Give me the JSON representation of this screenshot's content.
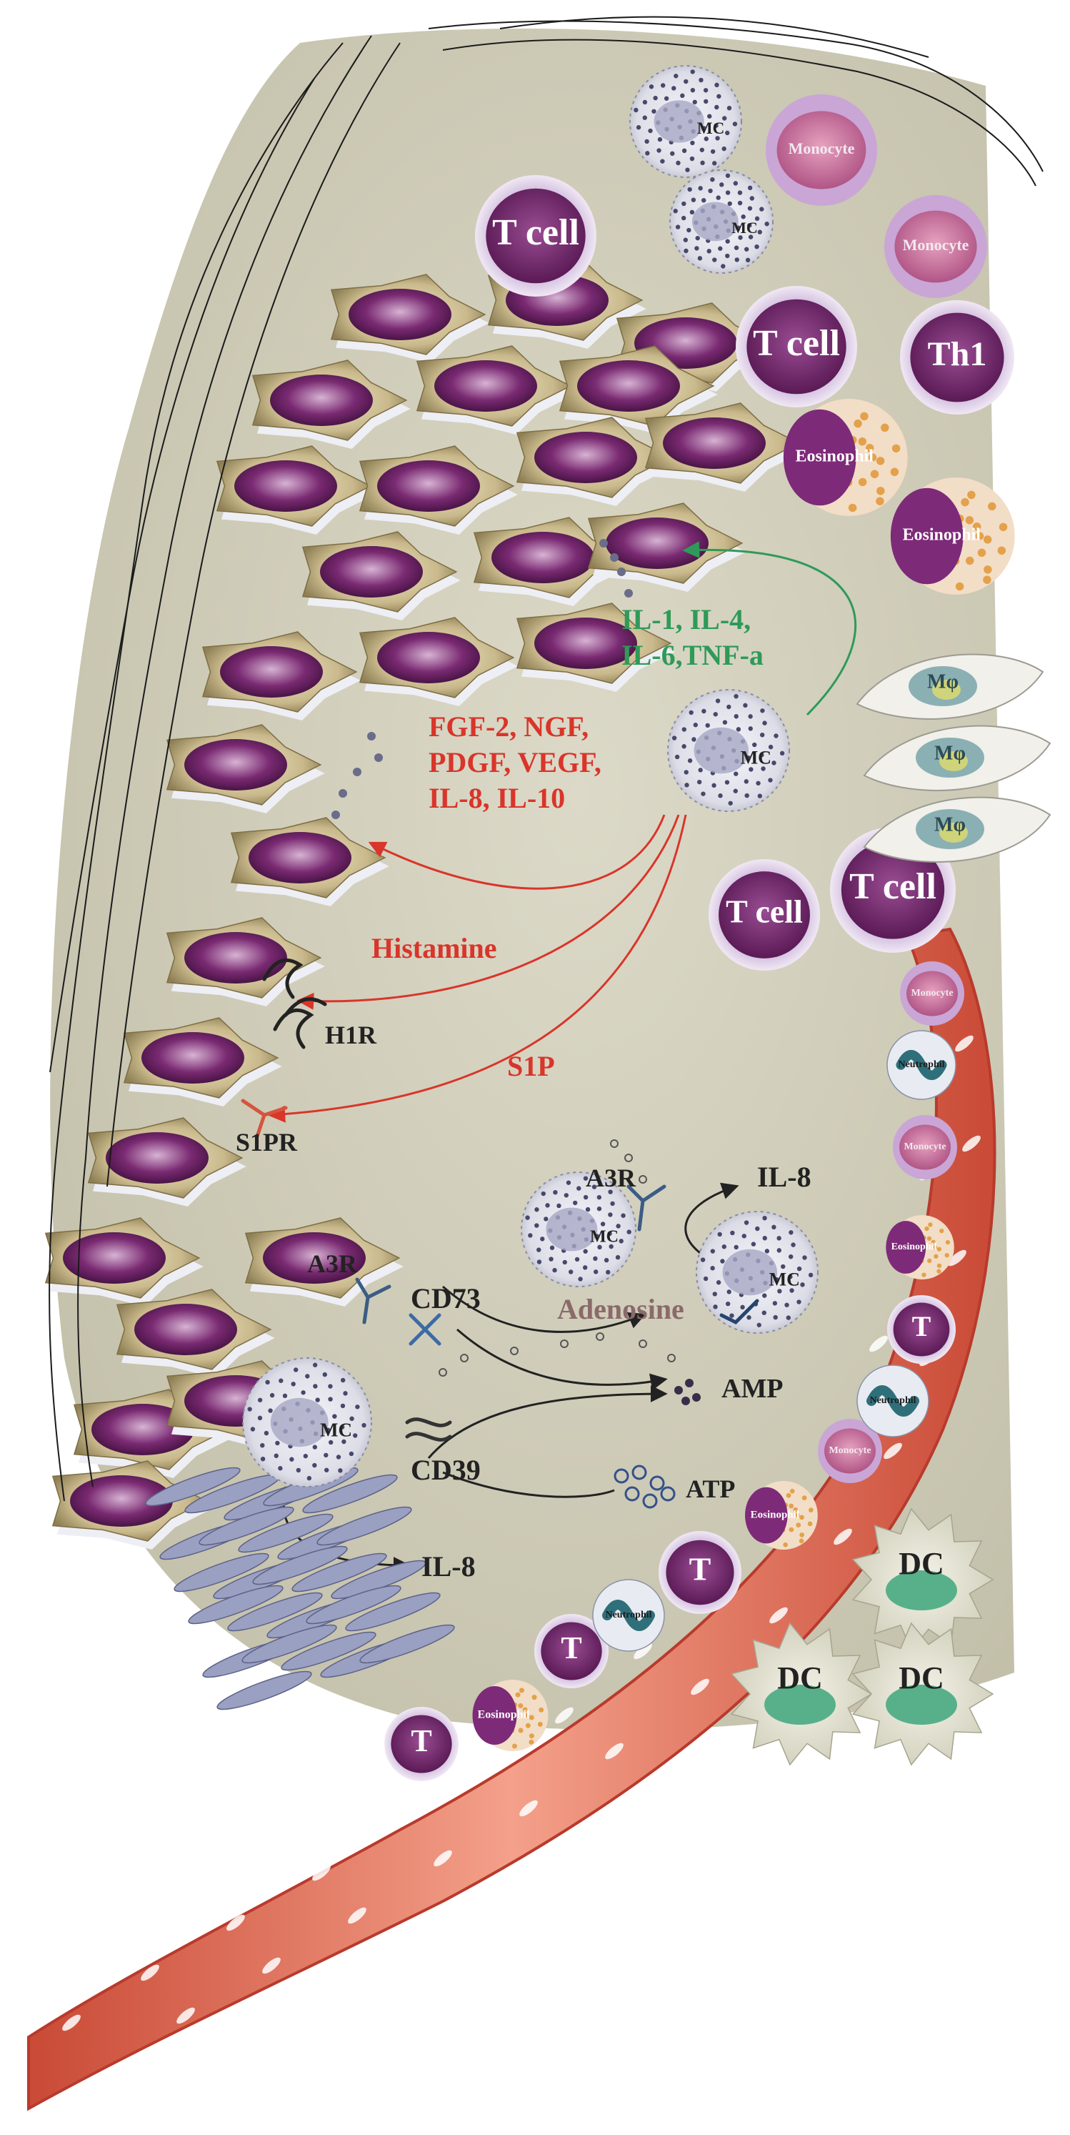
{
  "colors": {
    "background": "#ffffff",
    "tissue": "#d3d0bf",
    "mediator_red": "#d9352a",
    "mediator_green": "#2f9a58",
    "receptor_black": "#2a2a2a",
    "vessel": "#e8806c",
    "vessel_edge": "#b93a2c",
    "cell_purple": "#6e2569",
    "cell_halo": "#bfa6cf"
  },
  "labels": {
    "mast_cell": "MC",
    "t_cell": "T cell",
    "t_short": "T",
    "th1": "Th1",
    "monocyte": "Monocyte",
    "eosinophil": "Eosinophil",
    "neutrophil": "Neutrophil",
    "macrophage": "Mφ",
    "dendritic": "DC"
  },
  "mediators": {
    "green_line1": "IL-1, IL-4,",
    "green_line2": "IL-6,TNF-a",
    "red_line1": "FGF-2, NGF,",
    "red_line2": "PDGF, VEGF,",
    "red_line3": "IL-8, IL-10",
    "histamine": "Histamine",
    "s1p": "S1P"
  },
  "receptors": {
    "h1r": "H1R",
    "s1pr": "S1PR",
    "a3r_top": "A3R",
    "a3r_left": "A3R",
    "cd73": "CD73",
    "cd39": "CD39"
  },
  "metabolites": {
    "il8_top": "IL-8",
    "il8_bottom": "IL-8",
    "adenosine": "Adenosine",
    "amp": "AMP",
    "atp": "ATP"
  }
}
